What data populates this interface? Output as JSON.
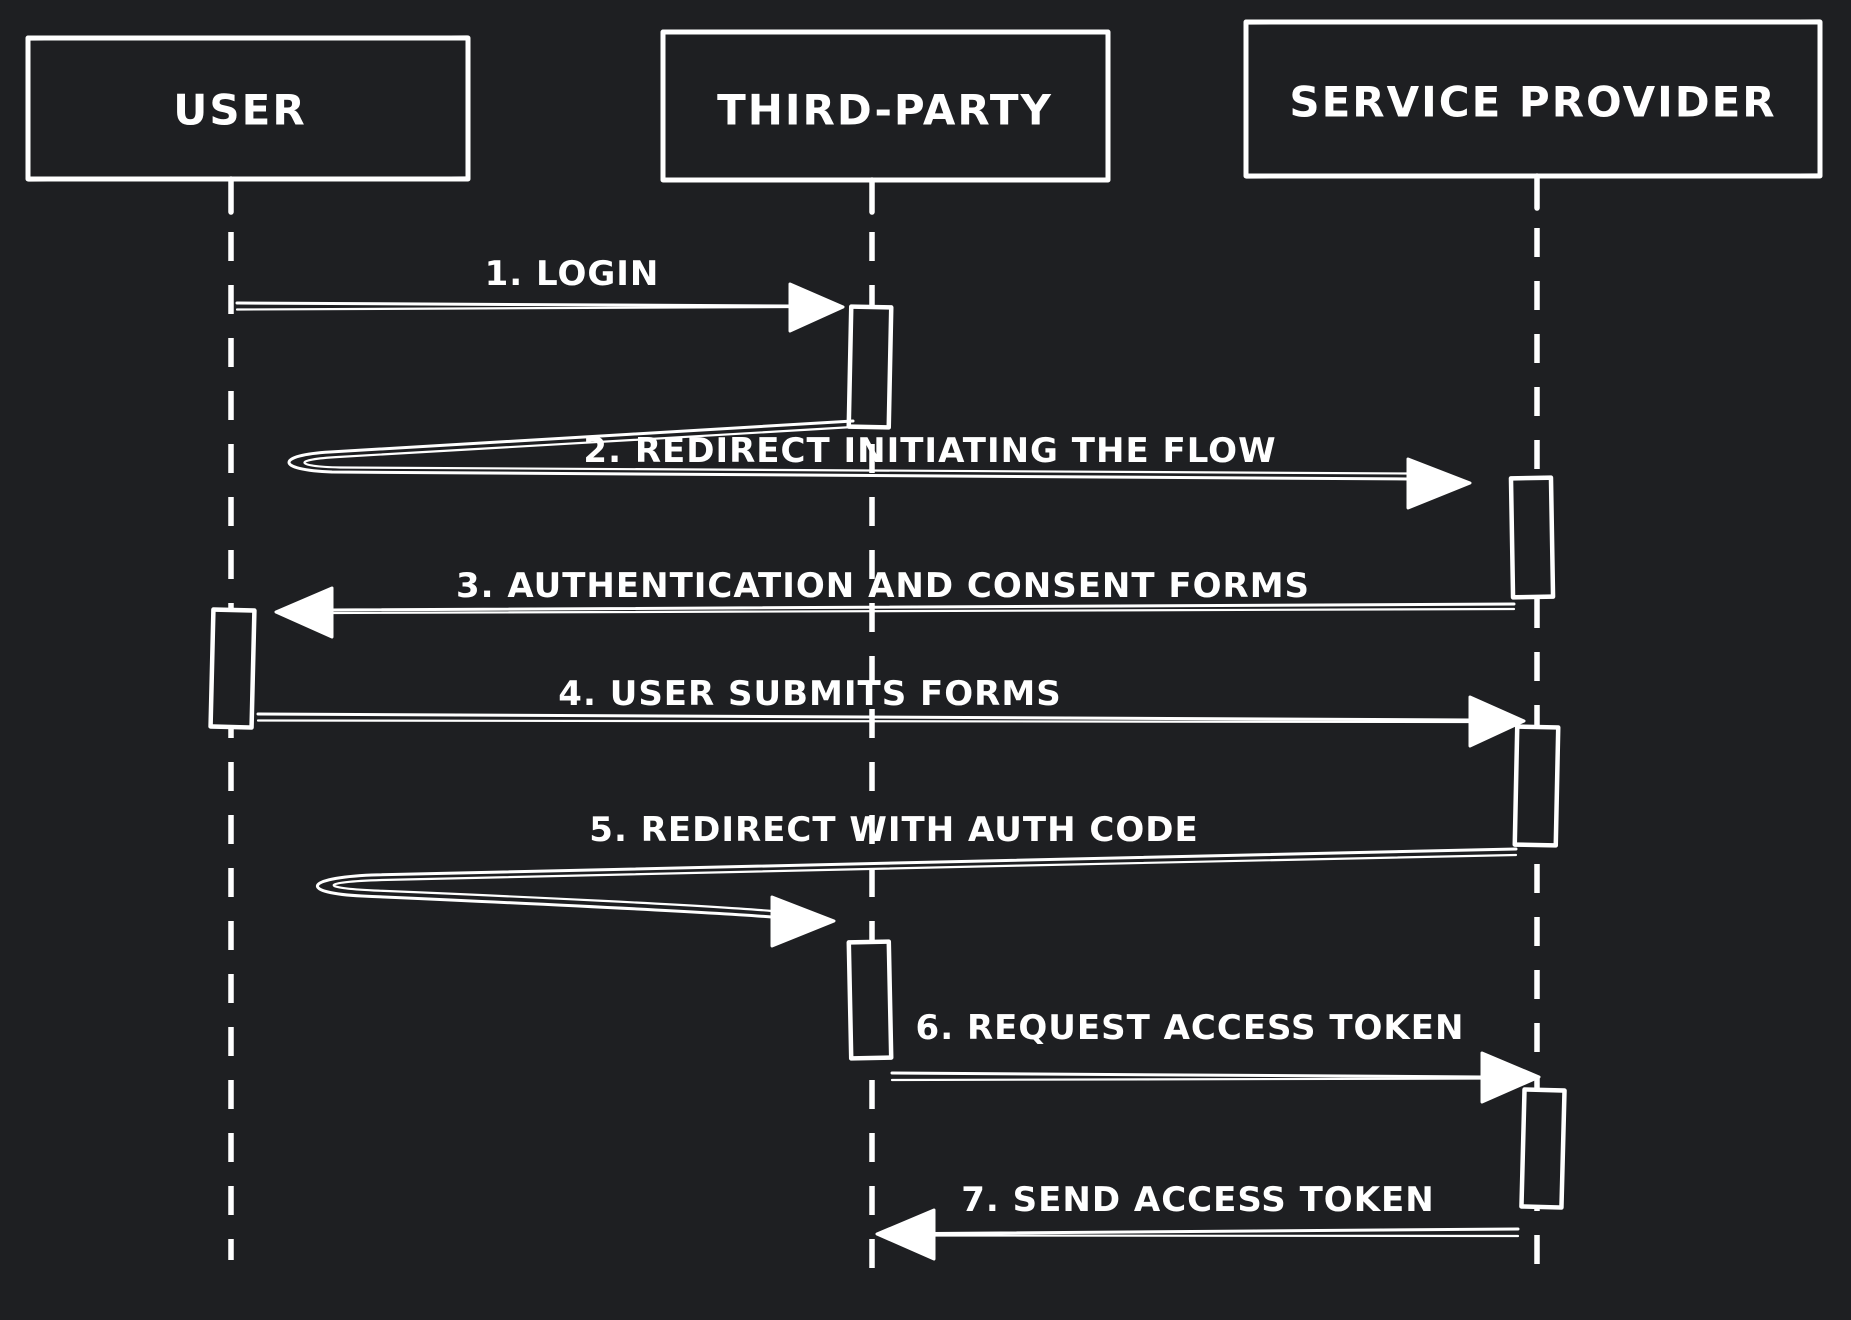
{
  "canvas": {
    "background": "#1e1f22",
    "stroke": "#ffffff"
  },
  "actors": [
    {
      "name": "user",
      "label": "USER"
    },
    {
      "name": "third-party",
      "label": "THIRD-PARTY"
    },
    {
      "name": "service-provider",
      "label": "SERVICE PROVIDER"
    }
  ],
  "messages": [
    {
      "label": "1. LOGIN",
      "from": "user",
      "to": "third-party",
      "shape": "straight-right"
    },
    {
      "label": "2. REDIRECT INITIATING THE FLOW",
      "from": "third-party",
      "to": "service-provider",
      "shape": "hairpin-right"
    },
    {
      "label": "3. AUTHENTICATION AND CONSENT FORMS",
      "from": "service-provider",
      "to": "user",
      "shape": "straight-left"
    },
    {
      "label": "4. USER SUBMITS FORMS",
      "from": "user",
      "to": "service-provider",
      "shape": "straight-right"
    },
    {
      "label": "5. REDIRECT WITH AUTH CODE",
      "from": "service-provider",
      "to": "third-party",
      "shape": "hairpin-right"
    },
    {
      "label": "6. REQUEST ACCESS TOKEN",
      "from": "third-party",
      "to": "service-provider",
      "shape": "straight-right"
    },
    {
      "label": "7. SEND ACCESS TOKEN",
      "from": "service-provider",
      "to": "third-party",
      "shape": "straight-left"
    }
  ]
}
